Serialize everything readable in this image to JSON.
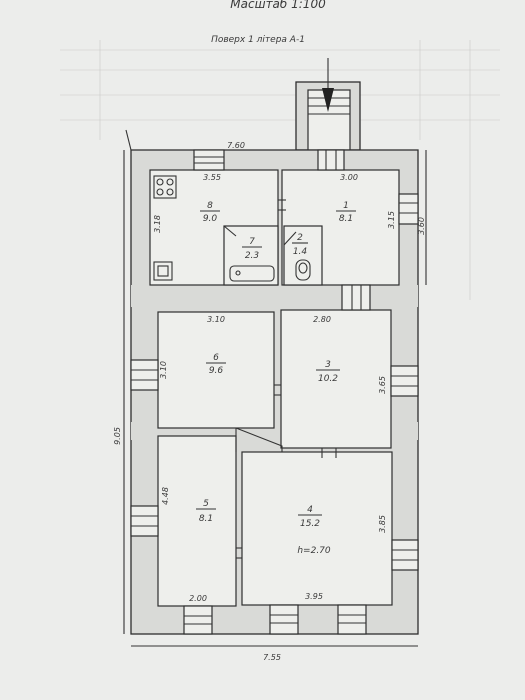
{
  "header": {
    "scale": "Масштаб 1:100",
    "floor": "Поверх 1 літера А-1"
  },
  "rooms": [
    {
      "id": "r1",
      "number": "1",
      "area": "8.1"
    },
    {
      "id": "r2",
      "number": "2",
      "area": "1.4"
    },
    {
      "id": "r3",
      "number": "3",
      "area": "10.2"
    },
    {
      "id": "r4",
      "number": "4",
      "area": "15.2"
    },
    {
      "id": "r5",
      "number": "5",
      "area": "8.1"
    },
    {
      "id": "r6",
      "number": "6",
      "area": "9.6"
    },
    {
      "id": "r7",
      "number": "7",
      "area": "2.3"
    },
    {
      "id": "r8",
      "number": "8",
      "area": "9.0"
    }
  ],
  "dimensions": {
    "top_width": "7.60",
    "bottom_width": "7.55",
    "left_height": "9.05",
    "right_top": "3.60",
    "r8_width": "3.55",
    "r8_height": "3.18",
    "r1_width": "3.00",
    "r1_height": "3.15",
    "r6_width": "3.10",
    "r6_height": "3.10",
    "r3_width": "2.80",
    "r3_height": "3.65",
    "r5_height": "4.48",
    "r5_width": "2.00",
    "r4_width": "3.95",
    "r4_height": "3.85"
  },
  "ceiling_height": "h=2.70",
  "colors": {
    "ink": "#2e2e2e",
    "paper": "#eeefec",
    "wall": "#d9dad7"
  }
}
